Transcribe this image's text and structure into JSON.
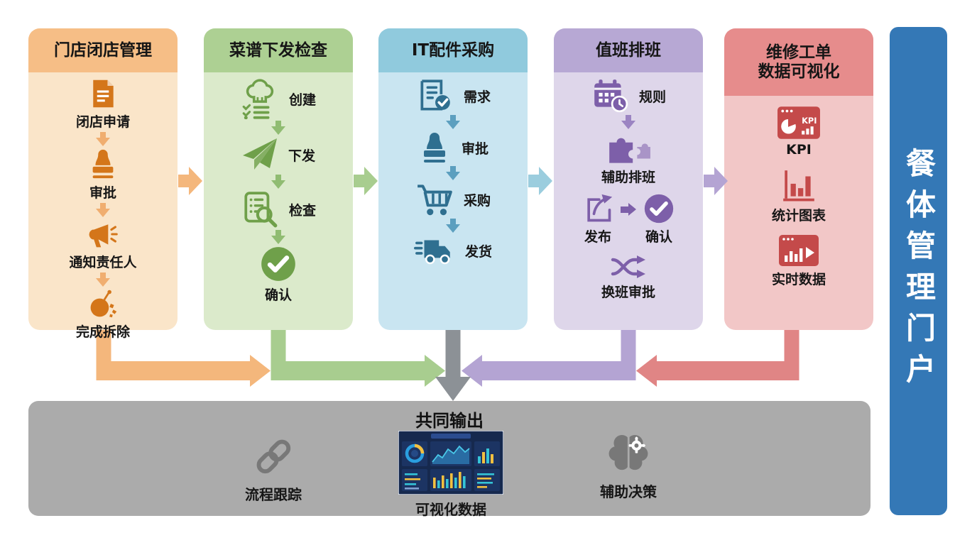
{
  "portal": {
    "label": "餐体管理门户",
    "color": "#3478B6"
  },
  "columns": [
    {
      "title": "门店闭店管理",
      "header_color": "#F6BE86",
      "body_color": "#FAE5C9",
      "icon_color": "#D4761A",
      "flow_arrow_color": "#F4B77C",
      "steps": [
        {
          "label": "闭店申请",
          "icon": "document-icon"
        },
        {
          "label": "审批",
          "icon": "stamp-icon"
        },
        {
          "label": "通知责任人",
          "icon": "megaphone-icon"
        },
        {
          "label": "完成拆除",
          "icon": "wrecking-ball-icon"
        }
      ]
    },
    {
      "title": "菜谱下发检查",
      "header_color": "#ADD093",
      "body_color": "#DBEACB",
      "icon_color": "#6FA04A",
      "flow_arrow_color": "#A8CD8F",
      "steps": [
        {
          "label": "创建",
          "icon": "chef-checklist-icon"
        },
        {
          "label": "下发",
          "icon": "paper-plane-icon"
        },
        {
          "label": "检查",
          "icon": "document-search-icon"
        },
        {
          "label": "确认",
          "icon": "check-circle-icon"
        }
      ]
    },
    {
      "title": "IT配件采购",
      "header_color": "#90CADD",
      "body_color": "#C9E5F1",
      "icon_color": "#2F6F90",
      "flow_arrow_color": "#9BCDDE",
      "steps": [
        {
          "label": "需求",
          "icon": "document-check-icon"
        },
        {
          "label": "审批",
          "icon": "stamp-icon"
        },
        {
          "label": "采购",
          "icon": "cart-icon"
        },
        {
          "label": "发货",
          "icon": "truck-icon"
        }
      ]
    },
    {
      "title": "值班排班",
      "header_color": "#B7A8D4",
      "body_color": "#DED6EA",
      "icon_color": "#7D5FA9",
      "flow_arrow_color": "#B4A4D3",
      "steps": [
        {
          "label": "规则",
          "icon": "calendar-clock-icon"
        },
        {
          "label": "辅助排班",
          "icon": "puzzle-icon"
        },
        {
          "label": "发布",
          "icon": "share-icon"
        },
        {
          "label": "确认",
          "icon": "check-circle-icon"
        },
        {
          "label": "换班审批",
          "icon": "shuffle-icon"
        }
      ]
    },
    {
      "title": "维修工单\n数据可视化",
      "header_color": "#E68C8C",
      "body_color": "#F2C7C7",
      "icon_color": "#C44A4A",
      "flow_arrow_color": "#E08585",
      "steps": [
        {
          "label": "KPI",
          "icon": "kpi-window-icon"
        },
        {
          "label": "统计图表",
          "icon": "bar-chart-icon"
        },
        {
          "label": "实时数据",
          "icon": "realtime-window-icon"
        }
      ]
    }
  ],
  "output": {
    "title": "共同输出",
    "bg_color": "#ABABAB",
    "icon_color": "#787878",
    "merge_arrow_color": "#8C9196",
    "items": [
      {
        "label": "流程跟踪",
        "icon": "link-icon"
      },
      {
        "label": "可视化数据",
        "icon": "dashboard-preview"
      },
      {
        "label": "辅助决策",
        "icon": "brain-gear-icon"
      }
    ]
  }
}
